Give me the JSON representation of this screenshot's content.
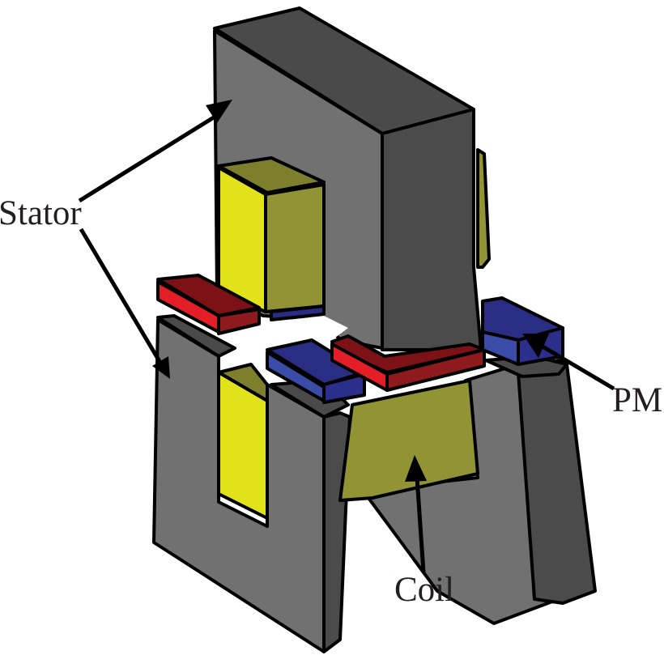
{
  "diagram": {
    "title": "",
    "subject": "Magnetic actuator with stator, coils and permanent magnets (3D cut view)",
    "labels": {
      "stator": "Stator",
      "pm": "PM",
      "coil": "Coil"
    },
    "colors": {
      "background": "#ffffff",
      "stator_front": "#717171",
      "stator_side": "#4b4b4b",
      "stator_top": "#4a4a4a",
      "coil_front": "#e2e21a",
      "coil_side": "#919334",
      "coil_top": "#7e7f2c",
      "pm_red_front": "#e41e26",
      "pm_red_top": "#7c1216",
      "pm_red_side": "#8f1a1e",
      "pm_blue_front": "#3a4ca8",
      "pm_blue_top": "#2a2d84",
      "pm_blue_side": "#2b2e8a",
      "outline": "#000000",
      "text": "#231f20"
    },
    "components": [
      {
        "name": "upper-stator",
        "label_ref": "stator"
      },
      {
        "name": "lower-stator",
        "label_ref": "stator"
      },
      {
        "name": "upper-coil",
        "label_ref": "coil"
      },
      {
        "name": "lower-coil",
        "label_ref": "coil"
      },
      {
        "name": "permanent-magnets-red",
        "label_ref": "pm"
      },
      {
        "name": "permanent-magnets-blue",
        "label_ref": "pm"
      }
    ]
  }
}
